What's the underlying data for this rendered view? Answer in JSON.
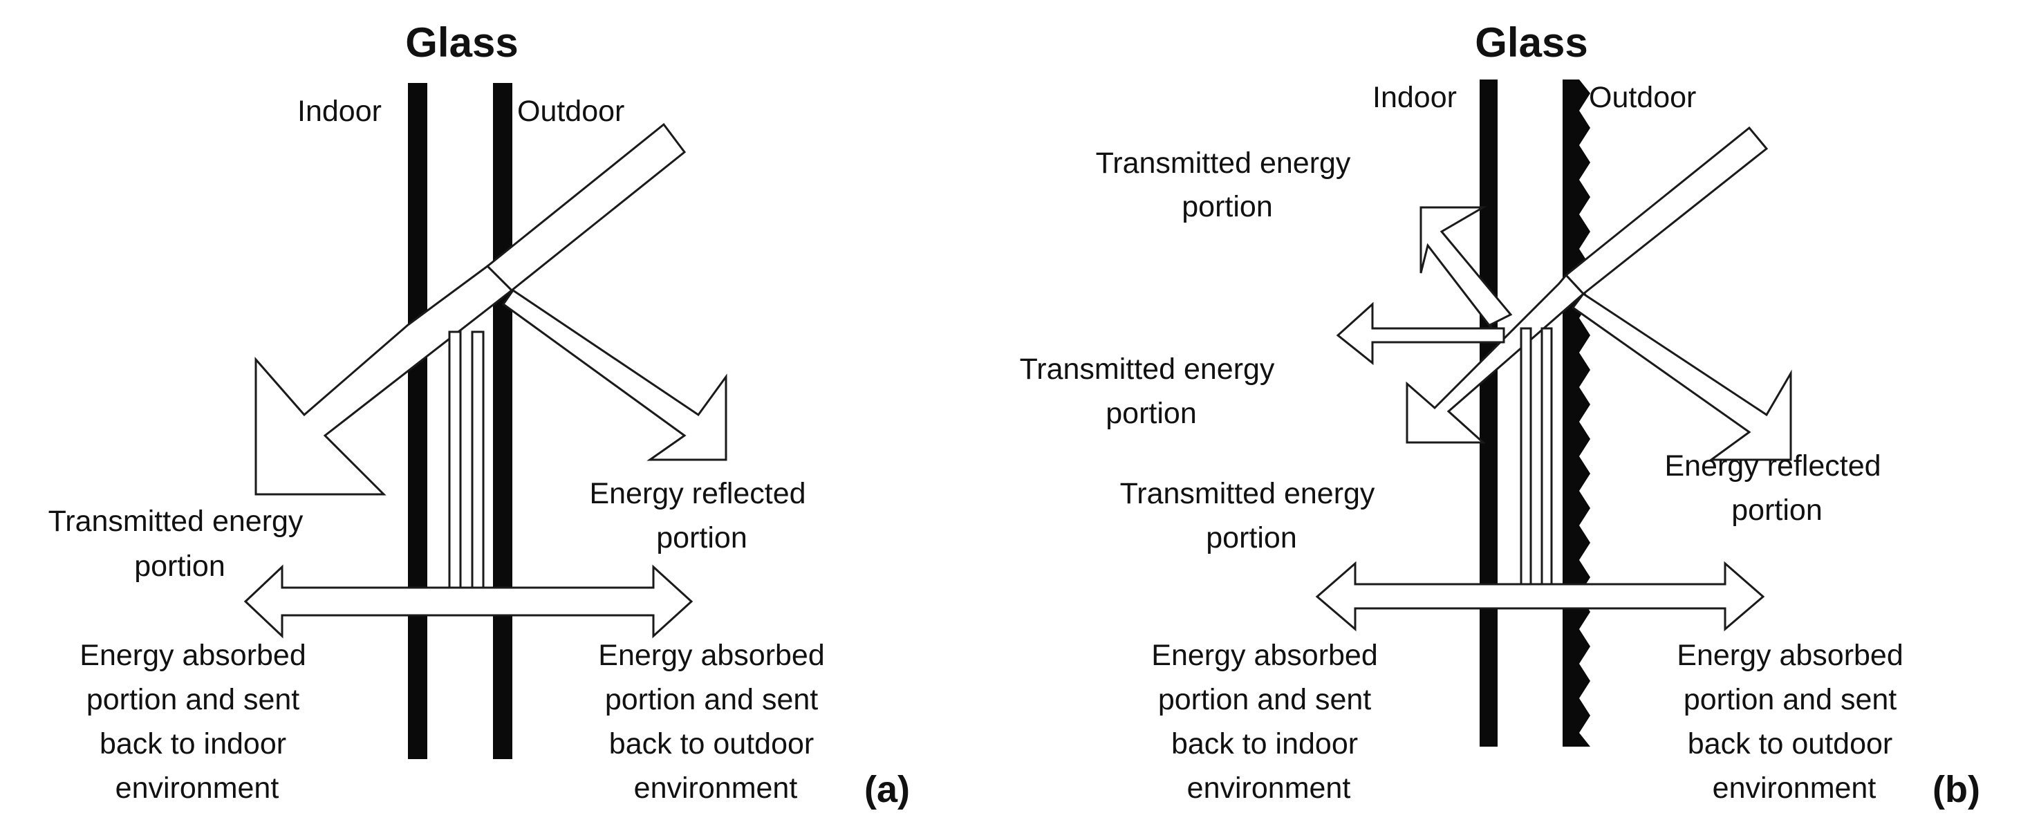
{
  "panels": [
    {
      "title": "Glass",
      "indoor": "Indoor",
      "outdoor": "Outdoor",
      "transmitted": [
        "Transmitted energy",
        "portion"
      ],
      "reflected": [
        "Energy reflected",
        "portion"
      ],
      "absorbed_indoor": [
        "Energy absorbed",
        "portion and sent",
        "back to indoor",
        "environment"
      ],
      "absorbed_outdoor": [
        "Energy absorbed",
        "portion and sent",
        "back to outdoor",
        "environment"
      ],
      "tag": "(a)"
    },
    {
      "title": "Glass",
      "indoor": "Indoor",
      "outdoor": "Outdoor",
      "transmitted_1": [
        "Transmitted energy",
        "portion"
      ],
      "transmitted_2": [
        "Transmitted energy",
        "portion"
      ],
      "transmitted_3": [
        "Transmitted energy",
        "portion"
      ],
      "reflected": [
        "Energy reflected",
        "portion"
      ],
      "absorbed_indoor": [
        "Energy absorbed",
        "portion and sent",
        "back to indoor",
        "environment"
      ],
      "absorbed_outdoor": [
        "Energy absorbed",
        "portion and sent",
        "back to outdoor",
        "environment"
      ],
      "tag": "(b)"
    }
  ],
  "colors": {
    "glass": "#0a0a0a",
    "outline": "#1a1a1a",
    "background": "#ffffff"
  }
}
